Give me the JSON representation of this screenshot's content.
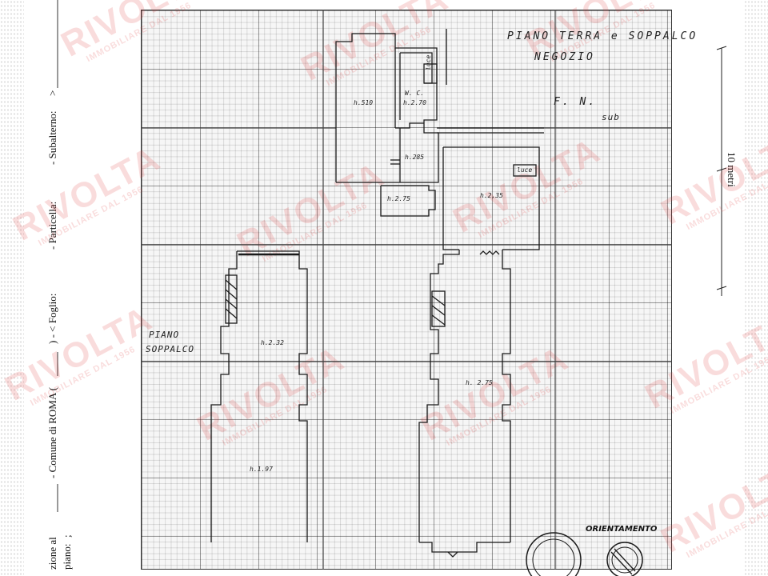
{
  "margin": {
    "line1": "zione al",
    "line2": "piano:",
    "semicolon": ";",
    "comune": "- Comune di ROMA (",
    "foglio": ") - < Foglio:",
    "particella": "- Particella:",
    "subalterno": "- Subalterno:",
    "end": ">"
  },
  "scale_label": "10 metri",
  "header": {
    "title": "PIANO  TERRA e SOPPALCO",
    "subtitle": "NEGOZIO",
    "fn": "F.     N.",
    "sub": "sub"
  },
  "rooms": {
    "h510": "h.510",
    "wc": "W. C.",
    "h270": "h.2.70",
    "h285": "h.285",
    "h275_small": "h.2.75",
    "h235": "h.2,35",
    "luce1": "luce",
    "luce2": "luce",
    "h232": "h.2.32",
    "h275_main": "h. 2.75",
    "h197": "h.1.97"
  },
  "soppalco_label": {
    "line1": "PIANO",
    "line2": "SOPPALCO"
  },
  "orientamento": "ORIENTAMENTO",
  "watermark": {
    "brand": "RIVOLTA",
    "tagline": "IMMOBILIARE DAL 1956"
  },
  "colors": {
    "ink": "#222222",
    "watermark": "#dc3c3c"
  }
}
